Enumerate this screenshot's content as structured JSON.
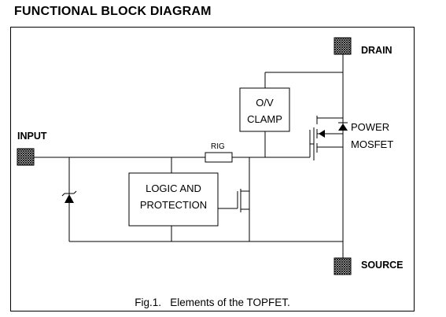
{
  "title": "FUNCTIONAL BLOCK DIAGRAM",
  "diagram": {
    "terminals": {
      "input": "INPUT",
      "drain": "DRAIN",
      "source": "SOURCE"
    },
    "blocks": {
      "ov_clamp": [
        "O/V",
        "CLAMP"
      ],
      "logic_protection": [
        "LOGIC AND",
        "PROTECTION"
      ],
      "power_mosfet": [
        "POWER",
        "MOSFET"
      ]
    },
    "components": {
      "resistor": "RIG"
    },
    "caption": "Fig.1.   Elements of the TOPFET."
  }
}
